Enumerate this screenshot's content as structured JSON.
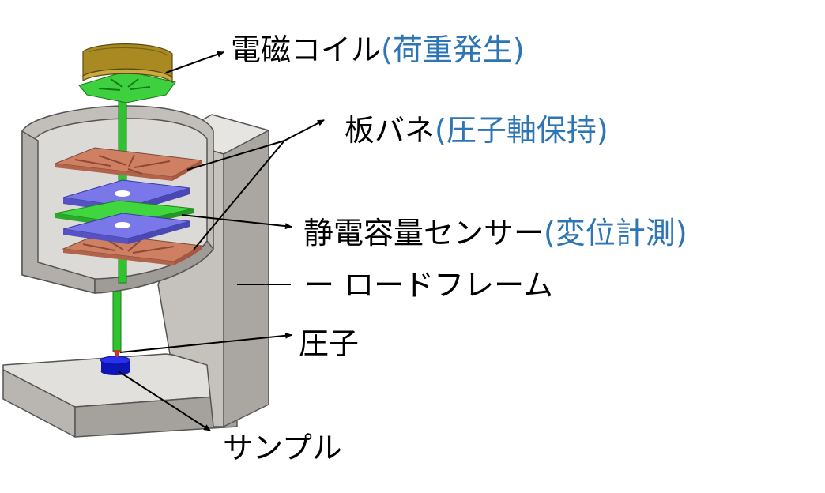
{
  "colors": {
    "accent_text": "#2e75b6",
    "frame": "#bdbab6",
    "coil": "#a98a22",
    "shaft": "#2fc42f",
    "leaf_spring": "#cf7f62",
    "capacitor_plate": "#7a78e8",
    "sample": "#1a22e0"
  },
  "labels": {
    "coil": {
      "main": "電磁コイル",
      "sub": "(荷重発生)"
    },
    "spring": {
      "main": "板バネ",
      "sub": "(圧子軸保持)"
    },
    "sensor": {
      "main": "静電容量センサー",
      "sub": "(変位計測)"
    },
    "frame": {
      "main": "ー ロードフレーム",
      "sub": ""
    },
    "tip": {
      "main": "圧子",
      "sub": ""
    },
    "sample": {
      "main": "サンプル",
      "sub": ""
    }
  }
}
